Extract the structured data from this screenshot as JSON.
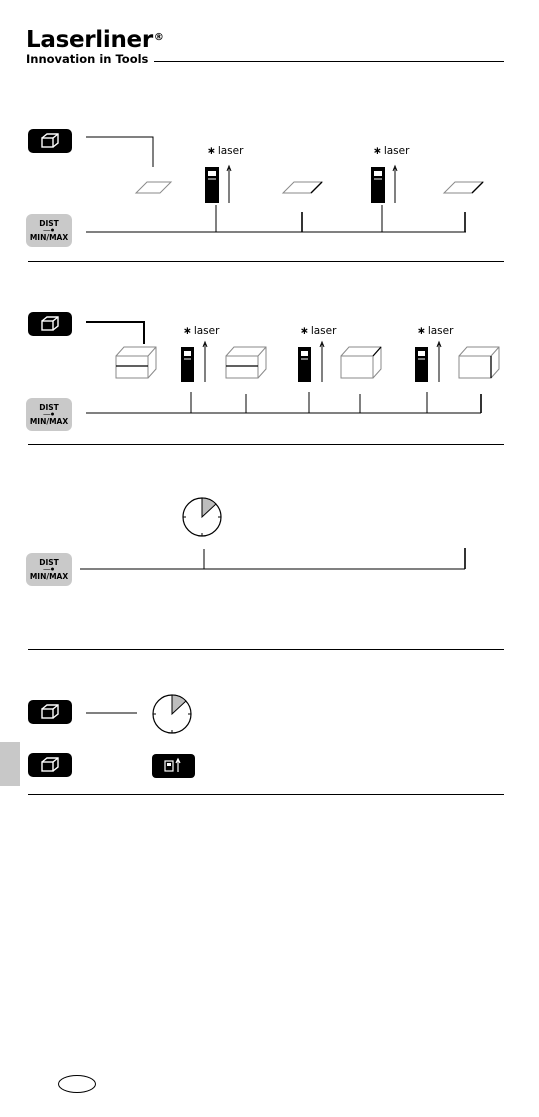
{
  "header": {
    "brand": "Laserliner",
    "registered": "®",
    "tagline": "Innovation in Tools"
  },
  "buttons": {
    "dist_top": "DIST",
    "dist_bottom": "MIN/MAX"
  },
  "laser_label": "laser",
  "icons": {
    "area_button": "area-volume-icon",
    "dist_button": "dist-minmax-icon",
    "timer": "clock-timer-icon",
    "device_pointer": "device-laser-icon",
    "area_shape": "area-parallelogram-icon",
    "volume_shape": "volume-cube-icon"
  },
  "colors": {
    "button_dark": "#000000",
    "button_light": "#c9c9c9",
    "shape_grey": "#8a8a8a",
    "side_tab": "#c8c8c8"
  }
}
